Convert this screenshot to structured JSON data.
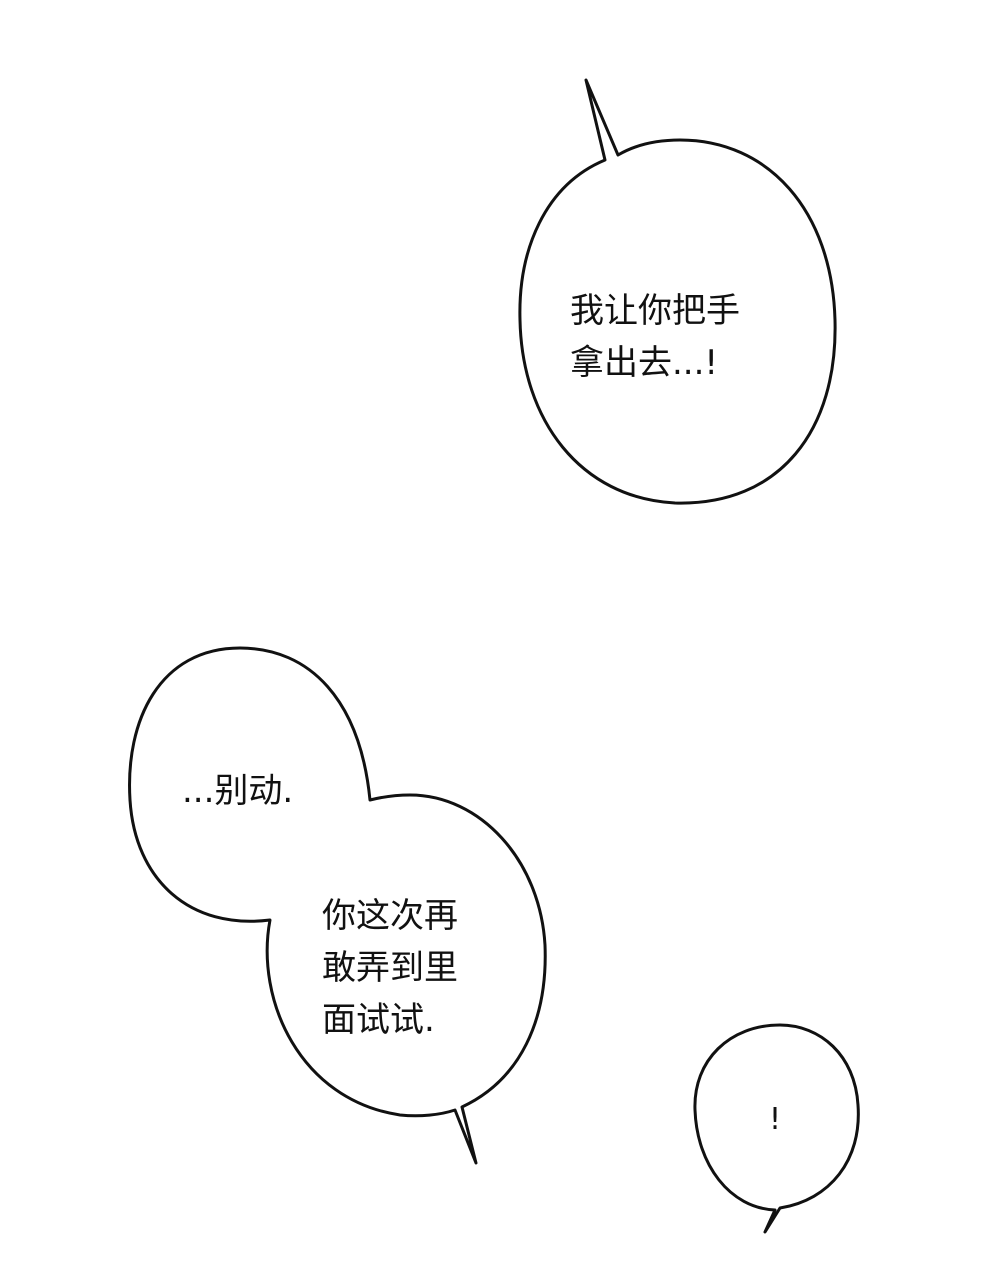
{
  "bubbles": [
    {
      "id": "bubble-top-right",
      "lines": "我让你把手\n拿出去...!"
    },
    {
      "id": "bubble-left-upper",
      "lines": "...别动."
    },
    {
      "id": "bubble-left-lower",
      "lines": "你这次再\n敢弄到里\n面试试."
    },
    {
      "id": "bubble-small",
      "lines": "!"
    }
  ],
  "colors": {
    "background": "#ffffff",
    "ink": "#111111"
  }
}
